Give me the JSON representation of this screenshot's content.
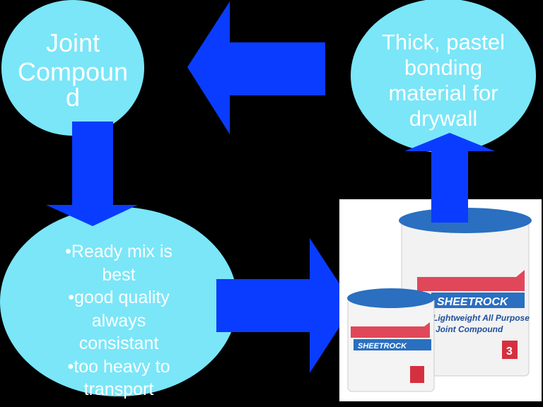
{
  "nodes": {
    "joint_compound": {
      "lines": [
        "Joint",
        "Compoun",
        "d"
      ]
    },
    "definition": {
      "lines": [
        "Thick, pastel",
        "bonding",
        "material for",
        "drywall"
      ]
    },
    "notes": {
      "lines": [
        "•Ready mix is",
        "best",
        "•good quality",
        "always",
        "consistant",
        "•too heavy to",
        "transport"
      ]
    }
  },
  "photo": {
    "brand": "SHEETROCK",
    "product_line1": "Lightweight All Purpose",
    "product_line2": "Joint Compound",
    "badge": "3"
  },
  "colors": {
    "background": "#000000",
    "ellipse": "#7ae6f8",
    "arrow": "#0a3cff",
    "text": "#ffffff"
  }
}
